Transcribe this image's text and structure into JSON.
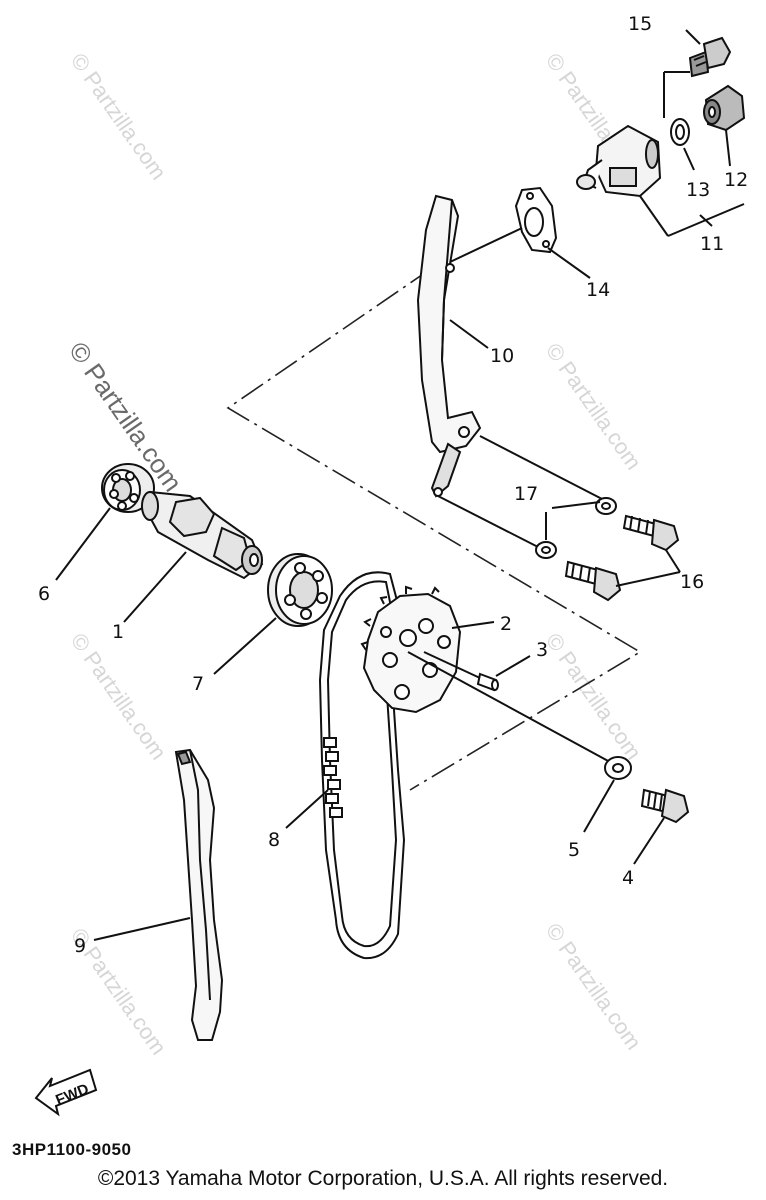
{
  "watermark": {
    "text": "© Partzilla.com"
  },
  "callouts": [
    "1",
    "2",
    "3",
    "4",
    "5",
    "6",
    "7",
    "8",
    "9",
    "10",
    "11",
    "12",
    "13",
    "14",
    "15",
    "16",
    "17"
  ],
  "fwd_label": "FWD",
  "part_code": "3HP1100-9050",
  "copyright": "©2013  Yamaha Motor Corporation, U.S.A. All rights reserved."
}
